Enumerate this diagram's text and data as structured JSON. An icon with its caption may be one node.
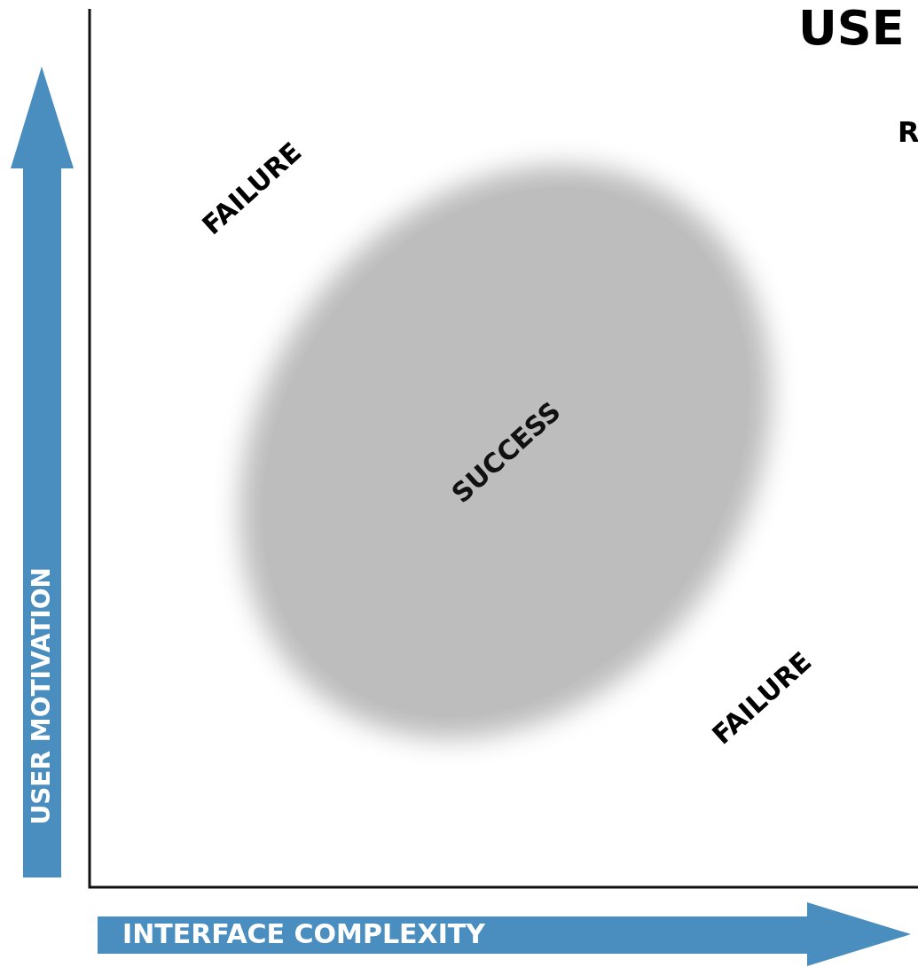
{
  "diagram": {
    "title": "USE",
    "nodes": [
      {
        "text": [
          "SUCCESS"
        ]
      }
    ],
    "labels": [
      "R",
      "FAILURE",
      "FAILURE",
      "USER MOTIVATION",
      "INTERFACE COMPLEXITY"
    ]
  }
}
